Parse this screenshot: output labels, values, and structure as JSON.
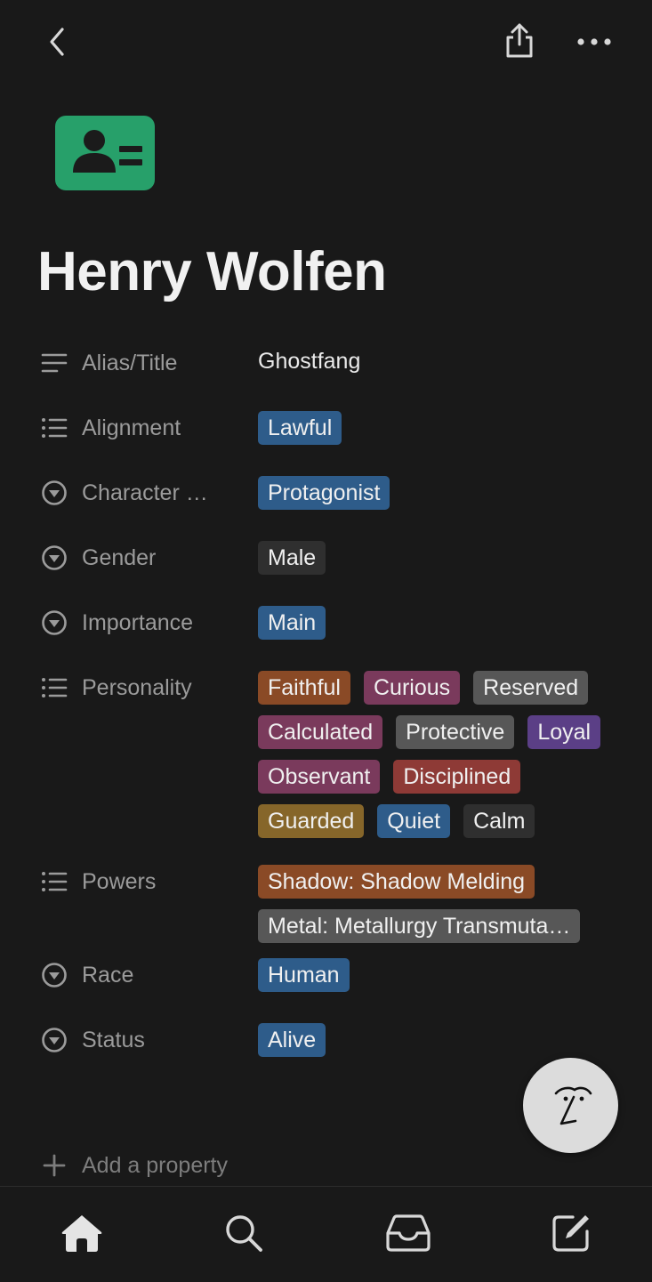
{
  "page": {
    "title": "Henry Wolfen",
    "icon": "contact-card-icon",
    "icon_color": "#27a06a"
  },
  "topbar": {
    "back_icon": "chevron-left-icon",
    "share_icon": "share-icon",
    "more_icon": "more-horizontal-icon"
  },
  "properties": [
    {
      "label": "Alias/Title",
      "icon": "text-lines-icon",
      "type": "text",
      "value": "Ghostfang"
    },
    {
      "label": "Alignment",
      "icon": "bulleted-list-icon",
      "type": "tags",
      "tags": [
        {
          "text": "Lawful",
          "color": "#2e5c8a"
        }
      ]
    },
    {
      "label": "Character …",
      "icon": "select-circle-icon",
      "type": "tags",
      "tags": [
        {
          "text": "Protagonist",
          "color": "#2e5c8a"
        }
      ]
    },
    {
      "label": "Gender",
      "icon": "select-circle-icon",
      "type": "tags",
      "tags": [
        {
          "text": "Male",
          "color": "#2f2f2f"
        }
      ]
    },
    {
      "label": "Importance",
      "icon": "select-circle-icon",
      "type": "tags",
      "tags": [
        {
          "text": "Main",
          "color": "#2e5c8a"
        }
      ]
    },
    {
      "label": "Personality",
      "icon": "bulleted-list-icon",
      "type": "tags",
      "tags": [
        {
          "text": "Faithful",
          "color": "#8a4a26"
        },
        {
          "text": "Curious",
          "color": "#7a3a5c"
        },
        {
          "text": "Reserved",
          "color": "#575757"
        },
        {
          "text": "Calculated",
          "color": "#7a3a5c"
        },
        {
          "text": "Protective",
          "color": "#575757"
        },
        {
          "text": "Loyal",
          "color": "#5b3f86"
        },
        {
          "text": "Observant",
          "color": "#7a3a5c"
        },
        {
          "text": "Disciplined",
          "color": "#8e3a36"
        },
        {
          "text": "Guarded",
          "color": "#86662a"
        },
        {
          "text": "Quiet",
          "color": "#2e5c8a"
        },
        {
          "text": "Calm",
          "color": "#2f2f2f"
        }
      ]
    },
    {
      "label": "Powers",
      "icon": "bulleted-list-icon",
      "type": "tags",
      "tags": [
        {
          "text": "Shadow: Shadow Melding",
          "color": "#8a4a26"
        },
        {
          "text": "Metal: Metallurgy Transmuta…",
          "color": "#575757"
        }
      ]
    },
    {
      "label": "Race",
      "icon": "select-circle-icon",
      "type": "tags",
      "tags": [
        {
          "text": "Human",
          "color": "#2e5c8a"
        }
      ]
    },
    {
      "label": "Status",
      "icon": "select-circle-icon",
      "type": "tags",
      "tags": [
        {
          "text": "Alive",
          "color": "#2e5c8a"
        }
      ]
    }
  ],
  "add_property": {
    "label": "Add a property",
    "icon": "plus-icon"
  },
  "ai_button": {
    "icon": "notion-ai-face-icon"
  },
  "bottom_nav": [
    {
      "name": "home",
      "icon": "home-icon"
    },
    {
      "name": "search",
      "icon": "search-icon"
    },
    {
      "name": "inbox",
      "icon": "inbox-icon"
    },
    {
      "name": "new-page",
      "icon": "compose-icon"
    }
  ]
}
